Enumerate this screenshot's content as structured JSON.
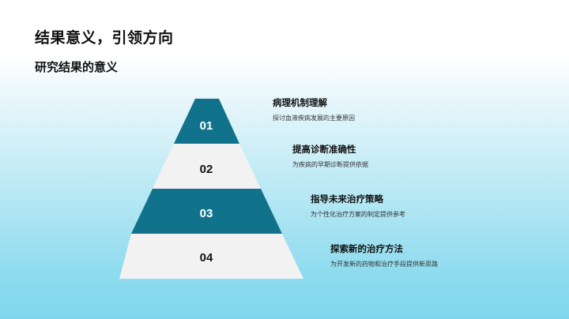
{
  "slide": {
    "title": "结果意义，引领方向",
    "subtitle": "研究结果的意义"
  },
  "colors": {
    "teal": "#11738b",
    "light": "#f2f2f2",
    "bg_top": "#ffffff",
    "bg_bottom": "#7fd6ec"
  },
  "pyramid": {
    "levels": [
      {
        "number": "01",
        "title": "病理机制理解",
        "desc": "探讨血液疾病发展的主要原因"
      },
      {
        "number": "02",
        "title": "提高诊断准确性",
        "desc": "为疾病的早期诊断提供依据"
      },
      {
        "number": "03",
        "title": "指导未来治疗策略",
        "desc": "为个性化治疗方案的制定提供参考"
      },
      {
        "number": "04",
        "title": "探索新的治疗方法",
        "desc": "为开发新的药物和治疗手段提供新思路"
      }
    ]
  }
}
